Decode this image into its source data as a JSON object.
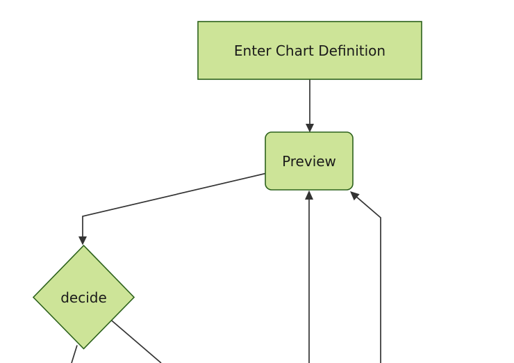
{
  "diagram": {
    "type": "flowchart",
    "direction": "top-down",
    "colors": {
      "background": "#ffffff",
      "node_fill": "#cde498",
      "node_border": "#2c611b",
      "edge_line": "#333333",
      "label_text": "#1a1a1a"
    },
    "nodes": {
      "enter_chart_definition": {
        "label": "Enter Chart Definition",
        "shape": "rectangle"
      },
      "preview": {
        "label": "Preview",
        "shape": "rounded-rectangle"
      },
      "decide": {
        "label": "decide",
        "shape": "diamond"
      }
    },
    "edges": [
      {
        "from": "enter_chart_definition",
        "to": "preview",
        "arrow": true
      },
      {
        "from": "preview",
        "to": "decide",
        "arrow": true
      },
      {
        "from": "offscreen_bottom",
        "to": "preview",
        "arrow": true
      },
      {
        "from": "offscreen_bottom_right",
        "to": "preview",
        "arrow": true
      },
      {
        "from": "decide",
        "to": "offscreen_bottom_left",
        "arrow": false
      },
      {
        "from": "decide",
        "to": "offscreen_bottom_right",
        "arrow": false
      }
    ]
  }
}
